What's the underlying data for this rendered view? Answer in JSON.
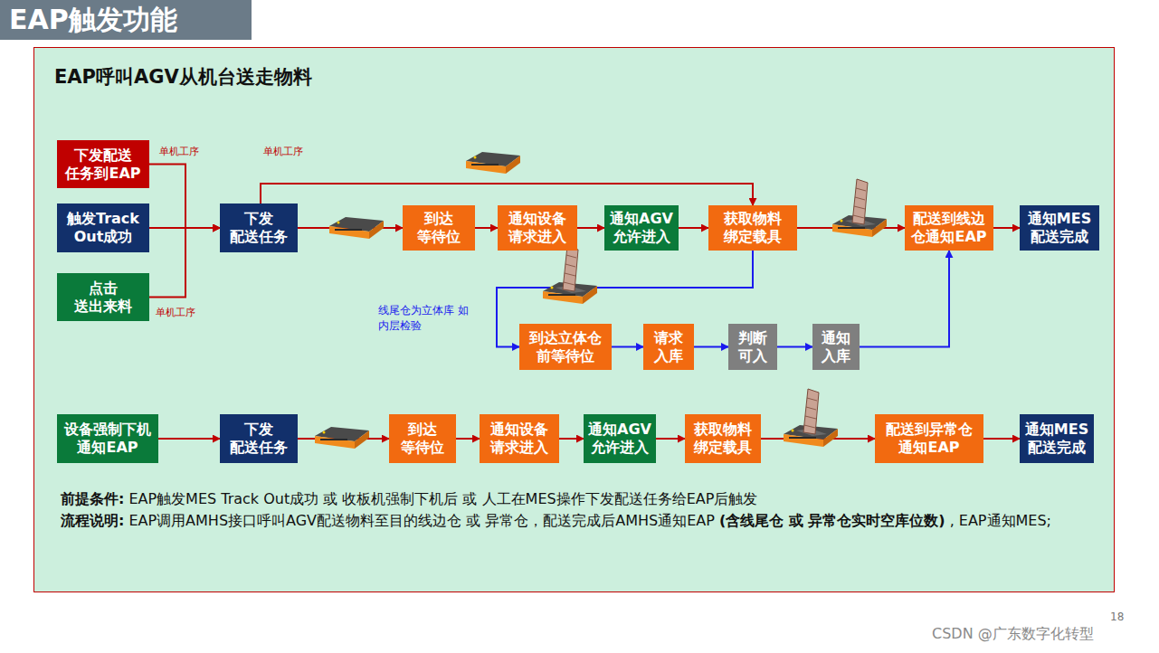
{
  "diagram": {
    "title": "EAP触发功能",
    "nodes": [
      {
        "text": [
          "EAP呼叫AGV从机台送走物料"
        ]
      },
      {
        "text": [
          "下发配送 任务到EAP"
        ],
        "in": 0
      },
      {
        "text": [
          "触发Track Out成功"
        ],
        "in": 0
      },
      {
        "text": [
          "点击 送出来料"
        ],
        "in": 0
      },
      {
        "text": [
          "下发 配送任务"
        ],
        "in": 0
      },
      {
        "text": [
          "到达 等待位"
        ],
        "in": 0
      },
      {
        "text": [
          "通知设备 请求进入"
        ],
        "in": 0
      },
      {
        "text": [
          "通知AGV 允许进入"
        ],
        "in": 0
      },
      {
        "text": [
          "获取物料 绑定载具"
        ],
        "in": 0
      },
      {
        "text": [
          "配送到线边 仓通知EAP"
        ],
        "in": 0
      },
      {
        "text": [
          "通知MES 配送完成"
        ],
        "in": 0
      },
      {
        "text": [
          "到达立体仓 前等待位"
        ],
        "in": 0
      },
      {
        "text": [
          "请求 入库"
        ],
        "in": 0
      },
      {
        "text": [
          "判断 可入"
        ],
        "in": 0
      },
      {
        "text": [
          "通知 入库"
        ],
        "in": 0
      },
      {
        "text": [
          "设备强制下机 通知EAP"
        ],
        "in": 0
      },
      {
        "text": [
          "下发 配送任务"
        ],
        "in": 0
      },
      {
        "text": [
          "到达 等待位"
        ],
        "in": 0
      },
      {
        "text": [
          "通知设备 请求进入"
        ],
        "in": 0
      },
      {
        "text": [
          "通知AGV 允许进入"
        ],
        "in": 0
      },
      {
        "text": [
          "获取物料 绑定载具"
        ],
        "in": 0
      },
      {
        "text": [
          "配送到异常仓 通知EAP"
        ],
        "in": 0
      },
      {
        "text": [
          "通知MES 配送完成"
        ],
        "in": 0
      }
    ],
    "edges": [
      {
        "from": 1,
        "to": 4,
        "label": "单机工序",
        "arrow": "to"
      },
      {
        "from": 2,
        "to": 4,
        "arrow": "to"
      },
      {
        "from": 3,
        "to": 4,
        "label": "单机工序",
        "arrow": "to"
      },
      {
        "from": 4,
        "to": 8,
        "label": "单机工序",
        "arrow": "to"
      },
      {
        "from": 4,
        "to": 5,
        "arrow": "to"
      },
      {
        "from": 5,
        "to": 6,
        "arrow": "to"
      },
      {
        "from": 6,
        "to": 7,
        "arrow": "to"
      },
      {
        "from": 7,
        "to": 8,
        "arrow": "to"
      },
      {
        "from": 8,
        "to": 9,
        "arrow": "to"
      },
      {
        "from": 9,
        "to": 10,
        "arrow": "to"
      },
      {
        "from": 8,
        "to": 11,
        "arrow": "to"
      },
      {
        "from": 11,
        "to": 12,
        "arrow": "to"
      },
      {
        "from": 12,
        "to": 13,
        "arrow": "to"
      },
      {
        "from": 13,
        "to": 14,
        "arrow": "to"
      },
      {
        "from": 14,
        "to": 9,
        "arrow": "to"
      },
      {
        "from": 15,
        "to": 16,
        "arrow": "to"
      },
      {
        "from": 16,
        "to": 17,
        "arrow": "to"
      },
      {
        "from": 17,
        "to": 18,
        "arrow": "to"
      },
      {
        "from": 18,
        "to": 19,
        "arrow": "to"
      },
      {
        "from": 19,
        "to": 20,
        "arrow": "to"
      },
      {
        "from": 20,
        "to": 21,
        "arrow": "to"
      },
      {
        "from": 21,
        "to": 22,
        "arrow": "to"
      }
    ],
    "labels": [
      "线尾仓为立体库 如内层检验",
      "前提条件:",
      "EAP触发MES Track Out成功 或 收板机强制下机后 或 人工在MES操作下发配送任务给EAP后触发",
      "流程说明:",
      "EAP调用AMHS接口呼叫AGV配送物料至目的线边仓 或 异常仓，配送完成后AMHS通知EAP",
      "(含线尾仓 或 异常仓实时空库位数)",
      ", EAP通知MES;",
      "18",
      "CSDN @广东数字化转型"
    ]
  }
}
